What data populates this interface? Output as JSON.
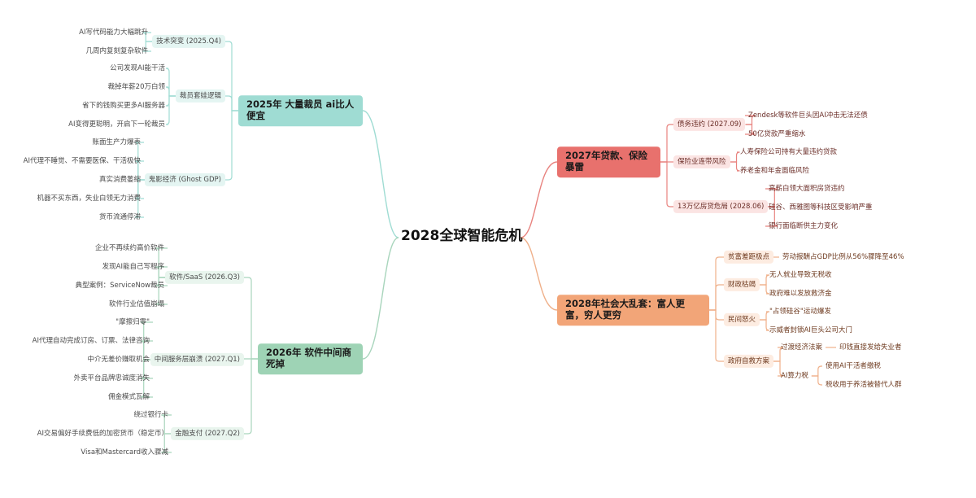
{
  "title": "2028全球智能危机",
  "colors": {
    "b1_line": "#9fdcd3",
    "b1_node": "#9fdcd3",
    "b1_sub": "#e4f5f2",
    "b1_text": "#4a4a4a",
    "b2_line": "#a8d5bc",
    "b2_node": "#9ed3b5",
    "b2_sub": "#e9f5ee",
    "b2_text": "#4a4a4a",
    "b3_line": "#e8837f",
    "b3_node": "#e8716d",
    "b3_sub": "#fbe4e3",
    "b3_text": "#6b2e28",
    "b4_line": "#efb08a",
    "b4_node": "#f2a578",
    "b4_sub": "#fdece1",
    "b4_text": "#6e3a1f"
  },
  "branches": [
    {
      "label": "2025年 大量裁员 ai比人便宜",
      "children": [
        {
          "label": "技术突变 (2025.Q4)",
          "children": [
            {
              "label": "AI写代码能力大幅跳升"
            },
            {
              "label": "几周内复刻复杂软件"
            }
          ]
        },
        {
          "label": "裁员套娃逻辑",
          "children": [
            {
              "label": "公司发现AI能干活"
            },
            {
              "label": "裁掉年薪20万白领"
            },
            {
              "label": "省下的钱购买更多AI服务器"
            },
            {
              "label": "AI变得更聪明，开启下一轮裁员"
            }
          ]
        },
        {
          "label": "鬼影经济 (Ghost GDP)",
          "children": [
            {
              "label": "账面生产力爆表"
            },
            {
              "label": "AI代理不睡觉、不需要医保、干活极快"
            },
            {
              "label": "真实消费萎缩"
            },
            {
              "label": "机器不买东西，失业白领无力消费"
            },
            {
              "label": "货币流通停滞"
            }
          ]
        }
      ]
    },
    {
      "label": "2026年 软件中间商死掉",
      "children": [
        {
          "label": "软件/SaaS (2026.Q3)",
          "children": [
            {
              "label": "企业不再续约高价软件"
            },
            {
              "label": "发现AI能自己写程序"
            },
            {
              "label": "典型案例：ServiceNow裁员"
            },
            {
              "label": "软件行业估值崩塌"
            }
          ]
        },
        {
          "label": "中间服务层崩溃 (2027.Q1)",
          "children": [
            {
              "label": "\"摩擦归零\""
            },
            {
              "label": "AI代理自动完成订房、订票、法律咨询"
            },
            {
              "label": "中介无差价赚取机会"
            },
            {
              "label": "外卖平台品牌忠诚度消失"
            },
            {
              "label": "佣金模式瓦解"
            }
          ]
        },
        {
          "label": "金融支付 (2027.Q2)",
          "children": [
            {
              "label": "绕过银行卡"
            },
            {
              "label": "AI交易偏好手续费低的加密货币（稳定币）"
            },
            {
              "label": "Visa和Mastercard收入骤减"
            }
          ]
        }
      ]
    },
    {
      "label": "2027年贷款、保险暴雷",
      "children": [
        {
          "label": "债务违约 (2027.09)",
          "children": [
            {
              "label": "Zendesk等软件巨头因AI冲击无法还债"
            },
            {
              "label": "50亿贷款严重缩水"
            }
          ]
        },
        {
          "label": "保险业连带风险",
          "children": [
            {
              "label": "人寿保险公司持有大量违约贷款"
            },
            {
              "label": "养老金和年金面临风险"
            }
          ]
        },
        {
          "label": "13万亿房贷危局 (2028.06)",
          "children": [
            {
              "label": "高薪白领大面积房贷违约"
            },
            {
              "label": "硅谷、西雅图等科技区受影响严重"
            },
            {
              "label": "银行面临断供主力变化"
            }
          ]
        }
      ]
    },
    {
      "label": "2028年社会大乱套：富人更富，穷人更穷",
      "children": [
        {
          "label": "贫富差距极点",
          "children": [
            {
              "label": "劳动报酬占GDP比例从56%骤降至46%"
            }
          ]
        },
        {
          "label": "财政枯竭",
          "children": [
            {
              "label": "无人就业导致无税收"
            },
            {
              "label": "政府难以发放救济金"
            }
          ]
        },
        {
          "label": "民间怒火",
          "children": [
            {
              "label": "\"占领硅谷\"运动爆发"
            },
            {
              "label": "示威者封锁AI巨头公司大门"
            }
          ]
        },
        {
          "label": "政府自救方案",
          "children": [
            {
              "label": "过渡经济法案",
              "children": [
                {
                  "label": "印钱直接发给失业者"
                }
              ]
            },
            {
              "label": "AI算力税",
              "children": [
                {
                  "label": "使用AI干活者缴税"
                },
                {
                  "label": "税收用于养活被替代人群"
                }
              ]
            }
          ]
        }
      ]
    }
  ]
}
